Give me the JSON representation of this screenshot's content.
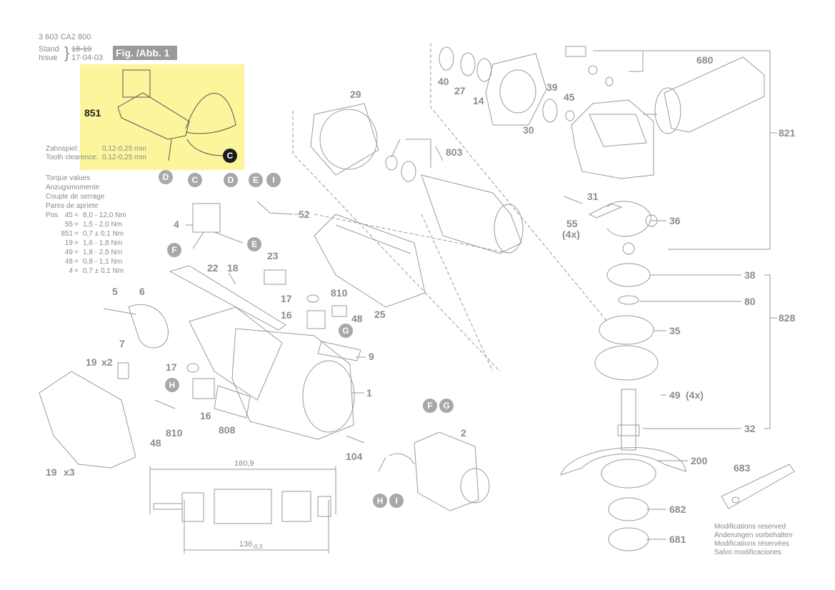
{
  "header": {
    "doc_number": "3 603 CA2 800",
    "stand_label": "Stand",
    "issue_label": "Issue",
    "old_date": "18-10",
    "new_date": "17-04-03",
    "figure_label": "Fig. /Abb. 1"
  },
  "tooth_clearance": {
    "de_label": "Zahnspiel:",
    "de_value": "0,12-0,25 mm",
    "en_label": "Tooth clearence:",
    "en_value": "0,12-0,25 mm"
  },
  "torque": {
    "titles": [
      "Torque values",
      "Anzugsmomente",
      "Couple de serrage",
      "Pares de apriete"
    ],
    "pos_label": "Pos",
    "rows": [
      {
        "pos": "45",
        "value": "8,0 - 12,0 Nm"
      },
      {
        "pos": "55",
        "value": "1,5 - 2,0 Nm"
      },
      {
        "pos": "851",
        "value": "0,7 ± 0,1 Nm"
      },
      {
        "pos": "19",
        "value": "1,6 - 1,8 Nm"
      },
      {
        "pos": "49",
        "value": "1,8 - 2,5 Nm"
      },
      {
        "pos": "48",
        "value": "0,8 - 1,1 Nm"
      },
      {
        "pos": "4",
        "value": "0,7 ± 0,1 Nm"
      }
    ]
  },
  "dimensions": {
    "overall": "160,9",
    "inner": "136",
    "inner_tolerance": "-0,3"
  },
  "footer": [
    "Modifications reserved",
    "Änderungen vorbehalten",
    "Modifications réservées",
    "Salvo modificaciones"
  ],
  "callouts": {
    "c851": "851",
    "c680": "680",
    "c821": "821",
    "c29": "29",
    "c803": "803",
    "c40": "40",
    "c27": "27",
    "c14": "14",
    "c39": "39",
    "c45": "45",
    "c30": "30",
    "c31": "31",
    "c55": "55",
    "c55q": "(4x)",
    "c36": "36",
    "c52": "52",
    "c4": "4",
    "c23": "23",
    "c22": "22",
    "c18": "18",
    "c25": "25",
    "c810a": "810",
    "c17a": "17",
    "c16a": "16",
    "c48a": "48",
    "c9": "9",
    "c5": "5",
    "c6": "6",
    "c7": "7",
    "c19a": "19",
    "c19ax": "x2",
    "c17b": "17",
    "c1": "1",
    "c16b": "16",
    "c810b": "810",
    "c48b": "48",
    "c808": "808",
    "c104": "104",
    "c2": "2",
    "c19b": "19",
    "c19bx": "x3",
    "c38": "38",
    "c80": "80",
    "c828": "828",
    "c35": "35",
    "c49": "49",
    "c49q": "(4x)",
    "c32": "32",
    "c200": "200",
    "c682": "682",
    "c681": "681",
    "c683": "683"
  },
  "letters": {
    "C": "C",
    "D": "D",
    "E": "E",
    "F": "F",
    "G": "G",
    "H": "H",
    "I": "I"
  },
  "colors": {
    "highlight": "#fcf59c",
    "line": "#9a9a9a",
    "text": "#8a8a8a",
    "dark_marker": "#1c1c1c"
  }
}
